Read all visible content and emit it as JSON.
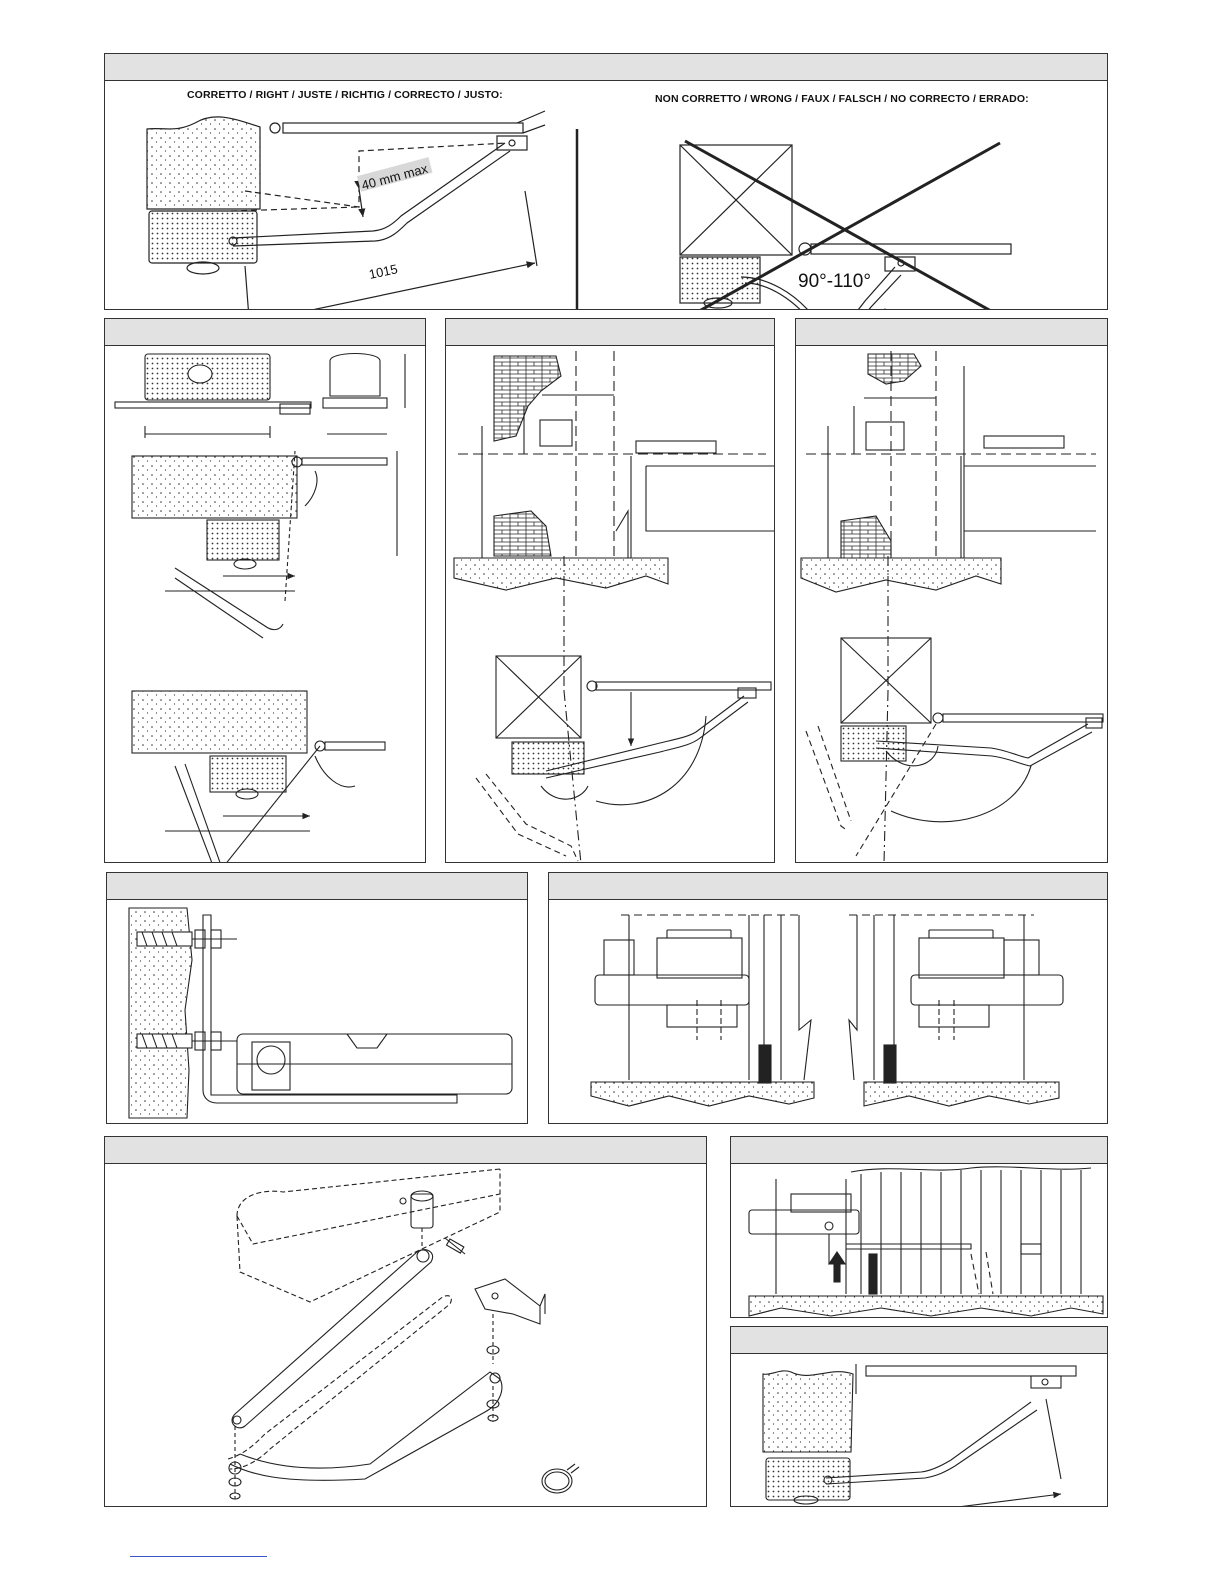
{
  "captions": {
    "correct": "CORRETTO / RIGHT / JUSTE / RICHTIG / CORRECTO / JUSTO:",
    "wrong": "NON CORRETTO / WRONG / FAUX / FALSCH / NO CORRECTO / ERRADO:"
  },
  "labels": {
    "max_offset": "40 mm max",
    "arm_length": "1015",
    "angle_range": "90°-110°"
  },
  "colors": {
    "panel_header": "#e2e2e2",
    "line": "#222222",
    "highlight": "#d8d8d8"
  }
}
